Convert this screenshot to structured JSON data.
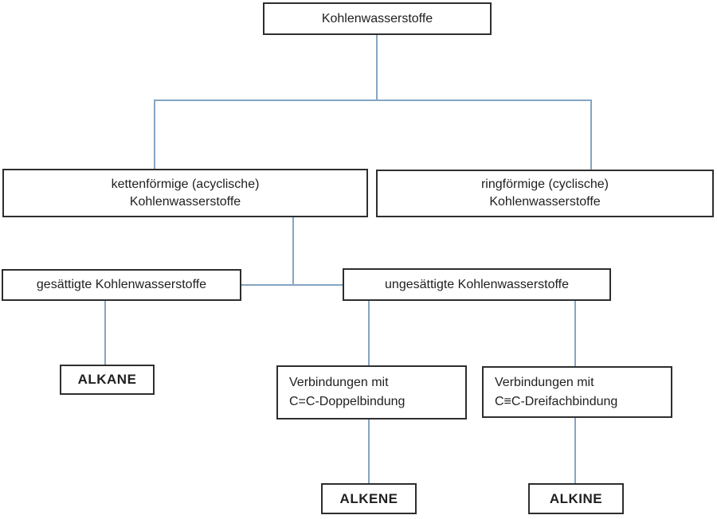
{
  "diagram": {
    "nodes": {
      "root": {
        "label": "Kohlenwasserstoffe"
      },
      "acyclic": {
        "line1": "kettenförmige (acyclische)",
        "line2": "Kohlenwasserstoffe"
      },
      "cyclic": {
        "line1": "ringförmige (cyclische)",
        "line2": "Kohlenwasserstoffe"
      },
      "saturated": {
        "label": "gesättigte Kohlenwasserstoffe"
      },
      "unsaturated": {
        "label": "ungesättigte Kohlenwasserstoffe"
      },
      "alkanes": {
        "label": "ALKANE"
      },
      "double_bond": {
        "line1": "Verbindungen mit",
        "line2": "C=C-Doppelbindung"
      },
      "triple_bond": {
        "line1": "Verbindungen mit",
        "line2": "C≡C-Dreifachbindung"
      },
      "alkenes": {
        "label": "ALKENE"
      },
      "alkynes": {
        "label": "ALKINE"
      }
    },
    "colors": {
      "connector": "#85a5c2",
      "box_border": "#2e2e2e",
      "text": "#1f1f1f",
      "background": "#ffffff"
    }
  }
}
